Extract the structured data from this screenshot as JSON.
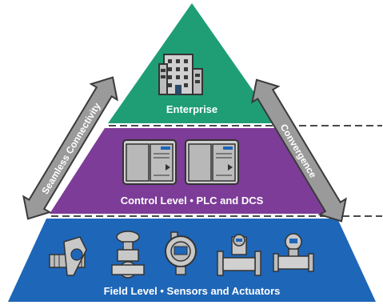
{
  "tiers": {
    "enterprise": {
      "label": "Enterprise",
      "color": "#1f9e76"
    },
    "control": {
      "label": "Control Level • PLC and DCS",
      "color": "#7d3c98"
    },
    "field": {
      "label": "Field Level • Sensors and Actuators",
      "color": "#1e66b8"
    }
  },
  "arrows": {
    "left": {
      "label": "Seamless Connectivity"
    },
    "right": {
      "label": "Convergence"
    }
  },
  "colors": {
    "arrow_fill": "#9a9a9a",
    "arrow_stroke": "#3a3a3a",
    "divider": "#4a4a4a",
    "icon_fill": "#cfcfcf",
    "icon_stroke": "#333333"
  },
  "icons": {
    "enterprise": "building-icon",
    "control": [
      "plc-cabinet-icon",
      "plc-cabinet-icon"
    ],
    "field": [
      "flowmeter-icon",
      "control-valve-icon",
      "pressure-transmitter-icon",
      "vortex-meter-icon",
      "flow-transmitter-icon"
    ]
  }
}
